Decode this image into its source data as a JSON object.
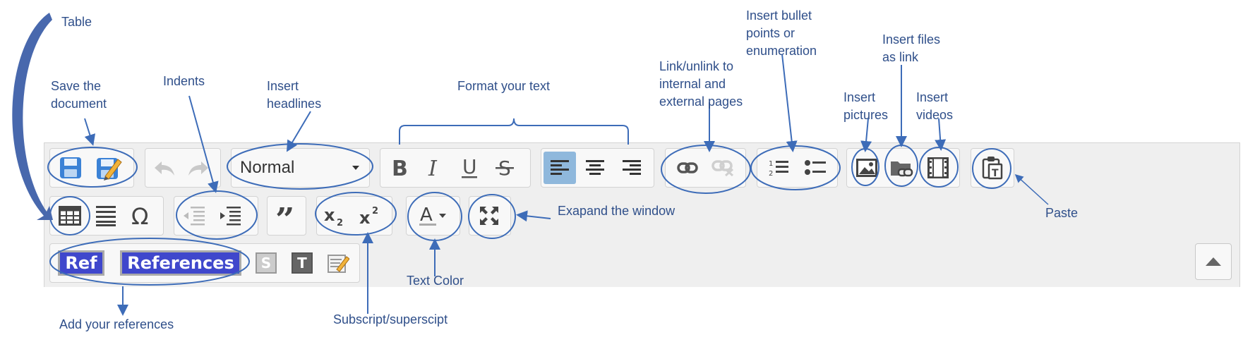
{
  "editor": {
    "headline_select": {
      "value": "Normal"
    },
    "references": {
      "ref_label": "Ref",
      "references_label": "References"
    },
    "source_button": "S",
    "template_button": "T"
  },
  "annotations": {
    "table": "Table",
    "save": "Save the\ndocument",
    "indents": "Indents",
    "headlines": "Insert\nheadlines",
    "format": "Format your text",
    "link": "Link/unlink to\ninternal and\nexternal pages",
    "bullets": "Insert bullet\npoints or\nenumeration",
    "files": "Insert files\nas link",
    "pictures": "Insert\npictures",
    "videos": "Insert\nvideos",
    "expand": "Exapand the window",
    "paste": "Paste",
    "text_color": "Text Color",
    "references": "Add your references",
    "subsup": "Subscript/superscipt"
  },
  "colors": {
    "annotation_text": "#2f4f8a",
    "annotation_line": "#3d6cb8",
    "toolbar_bg": "#efefef",
    "button_group_bg": "#f8f8f8",
    "active_button": "#8fb8dc",
    "icon": "#555555",
    "save_icon": "#3b82d6",
    "reference_badge": "#3f47cc"
  },
  "icons": [
    "save-icon",
    "save-as-icon",
    "undo-icon",
    "redo-icon",
    "bold-icon",
    "italic-icon",
    "underline-icon",
    "strikethrough-icon",
    "align-left-icon",
    "align-center-icon",
    "align-right-icon",
    "link-icon",
    "unlink-icon",
    "numbered-list-icon",
    "bullet-list-icon",
    "image-icon",
    "file-link-icon",
    "video-icon",
    "paste-text-icon",
    "table-icon",
    "horizontal-rule-icon",
    "omega-icon",
    "outdent-icon",
    "indent-icon",
    "blockquote-icon",
    "subscript-icon",
    "superscript-icon",
    "text-color-icon",
    "maximize-icon",
    "source-icon",
    "template-icon",
    "edit-note-icon",
    "scroll-up-icon",
    "chevron-down-icon"
  ]
}
